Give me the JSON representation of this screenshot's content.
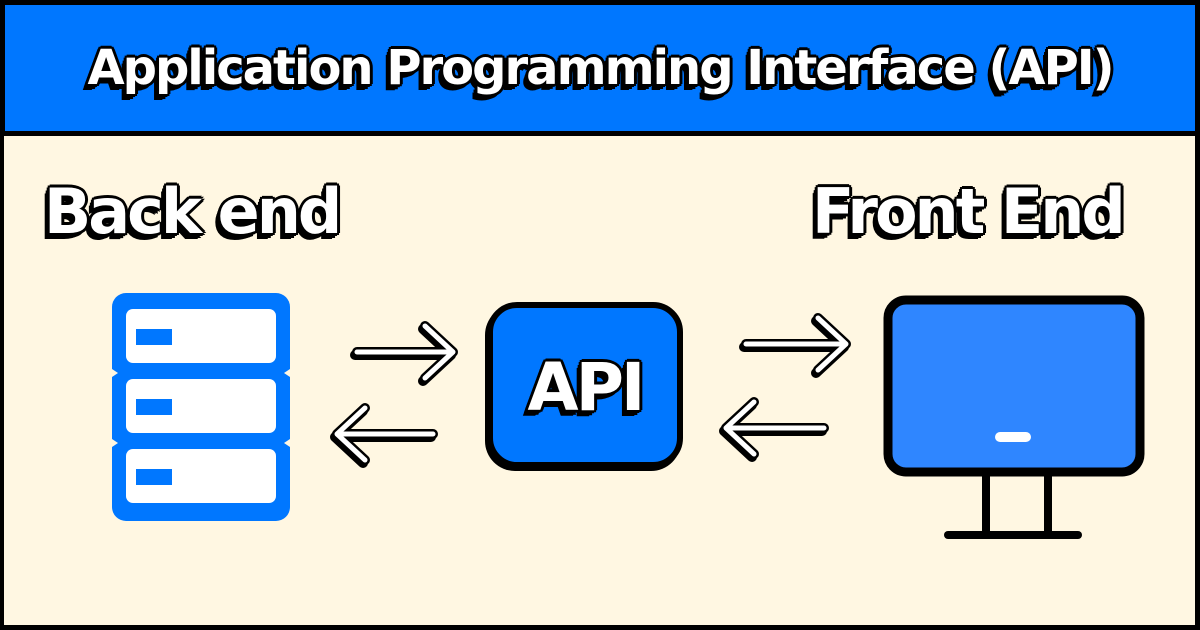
{
  "header": {
    "title": "Application Programming Interface (API)"
  },
  "diagram": {
    "left_label": "Back end",
    "right_label": "Front End",
    "center_label": "API",
    "nodes": [
      {
        "id": "backend",
        "label": "Back end",
        "icon": "server-icon"
      },
      {
        "id": "api",
        "label": "API",
        "icon": "api-box"
      },
      {
        "id": "frontend",
        "label": "Front End",
        "icon": "monitor-icon"
      }
    ],
    "edges": [
      {
        "from": "backend",
        "to": "api",
        "direction": "right"
      },
      {
        "from": "api",
        "to": "backend",
        "direction": "left"
      },
      {
        "from": "api",
        "to": "frontend",
        "direction": "right"
      },
      {
        "from": "frontend",
        "to": "api",
        "direction": "left"
      }
    ]
  },
  "colors": {
    "accent_blue": "#0077FF",
    "screen_blue": "#2F86FF",
    "background": "#FFF7E2",
    "outline": "#000000",
    "text": "#FFFFFF"
  }
}
